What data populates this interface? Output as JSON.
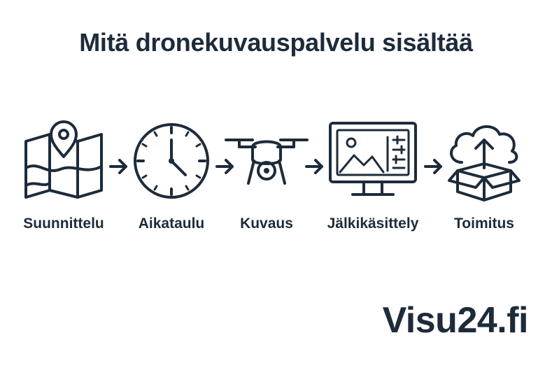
{
  "title": "Mitä dronekuvauspalvelu sisältää",
  "steps": [
    {
      "label": "Suunnittelu",
      "icon": "map-pin-icon"
    },
    {
      "label": "Aikataulu",
      "icon": "clock-icon"
    },
    {
      "label": "Kuvaus",
      "icon": "drone-icon"
    },
    {
      "label": "Jälkikäsittely",
      "icon": "monitor-editing-icon"
    },
    {
      "label": "Toimitus",
      "icon": "cloud-upload-box-icon"
    }
  ],
  "brand": "Visu24.fi",
  "colors": {
    "text": "#1d2b3a",
    "background": "#ffffff"
  }
}
